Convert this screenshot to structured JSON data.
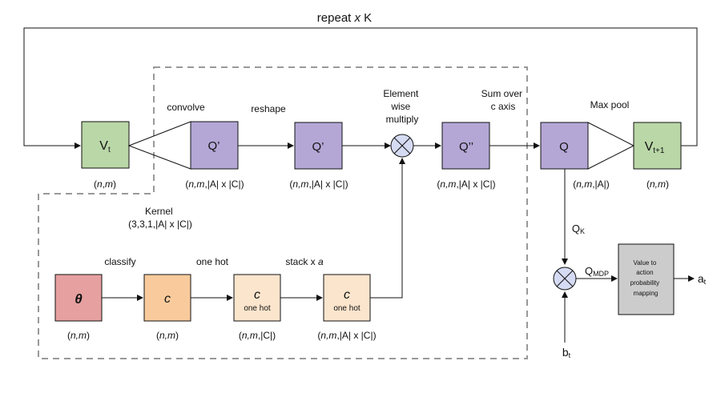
{
  "colors": {
    "green": "#b9d7a7",
    "purple": "#b4a7d6",
    "red": "#e6a0a0",
    "orange": "#f9cb9c",
    "peach": "#fce5cd",
    "gray": "#cccccc",
    "line": "#111111",
    "dashed": "#999999"
  },
  "loop": {
    "label_pre": "repeat ",
    "label_var": "x",
    "label_post": " K"
  },
  "nodes": {
    "vt": {
      "main": "V",
      "sub": "t",
      "dim_pre": "(",
      "dim_n": "n",
      "dim_mid": ",",
      "dim_m": "m",
      "dim_post": ")"
    },
    "q_prime_1": {
      "label": "Q’",
      "dim_pre": "(",
      "dim_it": "n,m",
      "dim_post": ",|A| x |C|)"
    },
    "q_prime_2": {
      "label": "Q’",
      "dim_pre": "(",
      "dim_it": "n,m",
      "dim_post": ",|A| x |C|)"
    },
    "q_dprime": {
      "label": "Q’’",
      "dim_pre": "(",
      "dim_it": "n,m",
      "dim_post": ",|A| x |C|)"
    },
    "q": {
      "label": "Q",
      "dim_pre": "(",
      "dim_it": "n,m",
      "dim_post": ",|A|)"
    },
    "vt1": {
      "main": "V",
      "sub": "t+1",
      "dim_pre": "(",
      "dim_it": "n,m",
      "dim_post": ")"
    },
    "theta": {
      "label": "θ",
      "dim_pre": "(",
      "dim_it": "n,m",
      "dim_post": ")"
    },
    "c": {
      "label": "c",
      "dim_pre": "(",
      "dim_it": "n,m",
      "dim_post": ")"
    },
    "c_onehot": {
      "label": "c",
      "sub": "one hot",
      "dim_pre": "(",
      "dim_it": "n,m",
      "dim_post": ",|C|)"
    },
    "c_stack": {
      "label": "c",
      "sub": "one hot",
      "dim_pre": "(",
      "dim_it": "n,m",
      "dim_post": ",|A| x |C|)"
    },
    "mapping": {
      "lines": [
        "Value to",
        "action",
        "probability",
        "mapping"
      ]
    }
  },
  "edges": {
    "convolve": "convolve",
    "reshape": "reshape",
    "elementwise": [
      "Element",
      "wise",
      "multiply"
    ],
    "sum": [
      "Sum over",
      "c axis"
    ],
    "maxpool": "Max pool",
    "kernel": [
      "Kernel",
      "(3,3,1,|A| x |C|)"
    ],
    "classify": "classify",
    "onehot": "one hot",
    "stack_pre": "stack x ",
    "stack_var": "a",
    "qk_main": "Q",
    "qk_sub": "K",
    "qmdp_main": "Q",
    "qmdp_sub": "MDP",
    "at_main": "a",
    "at_sub": "t",
    "bt_main": "b",
    "bt_sub": "t"
  }
}
